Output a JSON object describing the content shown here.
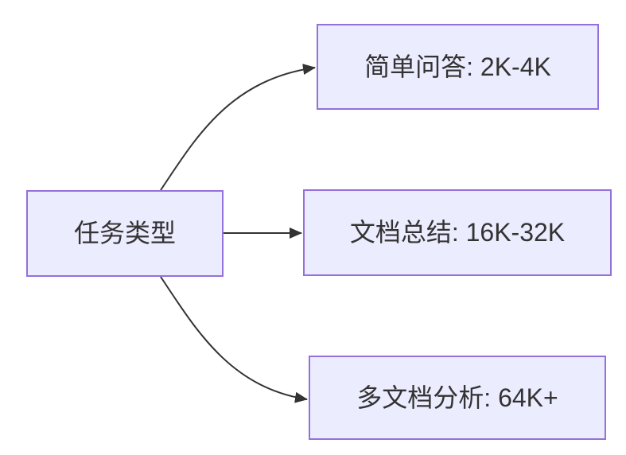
{
  "diagram": {
    "type": "flowchart",
    "direction": "LR",
    "nodes": [
      {
        "id": "task-type",
        "label": "任务类型"
      },
      {
        "id": "simple-qa",
        "label": "简单问答: 2K-4K"
      },
      {
        "id": "doc-summary",
        "label": "文档总结: 16K-32K"
      },
      {
        "id": "multi-doc-analysis",
        "label": "多文档分析: 64K+"
      }
    ],
    "edges": [
      {
        "from": "task-type",
        "to": "simple-qa"
      },
      {
        "from": "task-type",
        "to": "doc-summary"
      },
      {
        "from": "task-type",
        "to": "multi-doc-analysis"
      }
    ],
    "colors": {
      "node_fill": "#ECECFF",
      "node_border": "#9370DB",
      "edge_color": "#333333",
      "text_color": "#333333",
      "background": "#FFFFFF"
    }
  }
}
